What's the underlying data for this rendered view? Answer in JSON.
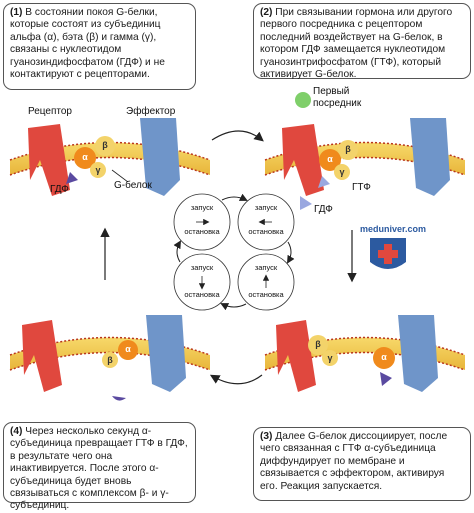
{
  "steps": {
    "step1": {
      "number": "(1)",
      "text": "В состоянии покоя G-белки, которые состоят из субъединиц альфа (α), бэта (β) и гамма (γ), связаны с нуклеотидом гуанозиндифосфатом (ГДФ) и не контактируют с рецепторами."
    },
    "step2": {
      "number": "(2)",
      "text": "При связывании гормона или другого первого посредника с рецептором последний воздействует на G-белок, в котором ГДФ замещается нуклеотидом гуанозинтрифосфатом (ГТФ), который активирует G-белок."
    },
    "step3": {
      "number": "(3)",
      "text": "Далее G-белок диссоциирует, после чего связанная с ГТФ α-субъединица диффундирует по мембране и связывается с эффектором, активируя его. Реакция запускается."
    },
    "step4": {
      "number": "(4)",
      "text": "Через несколько секунд α-субъединица превращает ГТФ в ГДФ, в результате чего она инактивируется. После этого α-субъединица будет вновь связываться с комплексом β- и γ-субъединиц."
    }
  },
  "labels": {
    "receptor": "Рецептор",
    "effector": "Эффектор",
    "gdp": "ГДФ",
    "g_protein": "G-белок",
    "first_messenger_line1": "Первый",
    "first_messenger_line2": "посредник",
    "gtp": "ГТФ",
    "gdp2": "ГДФ",
    "alpha": "α",
    "beta": "β",
    "gamma": "γ"
  },
  "cycle": {
    "start": "запуск",
    "stop": "остановка"
  },
  "watermark": "meduniver.com",
  "colors": {
    "receptor": "#e0483e",
    "effector": "#6f95c9",
    "alpha": "#f08a1c",
    "beta_gamma": "#f3d36a",
    "membrane": "#f4cc55",
    "messenger": "#7fcf6a",
    "gtp": "#9aa8e0",
    "gdp_dark": "#5a4aa0"
  }
}
